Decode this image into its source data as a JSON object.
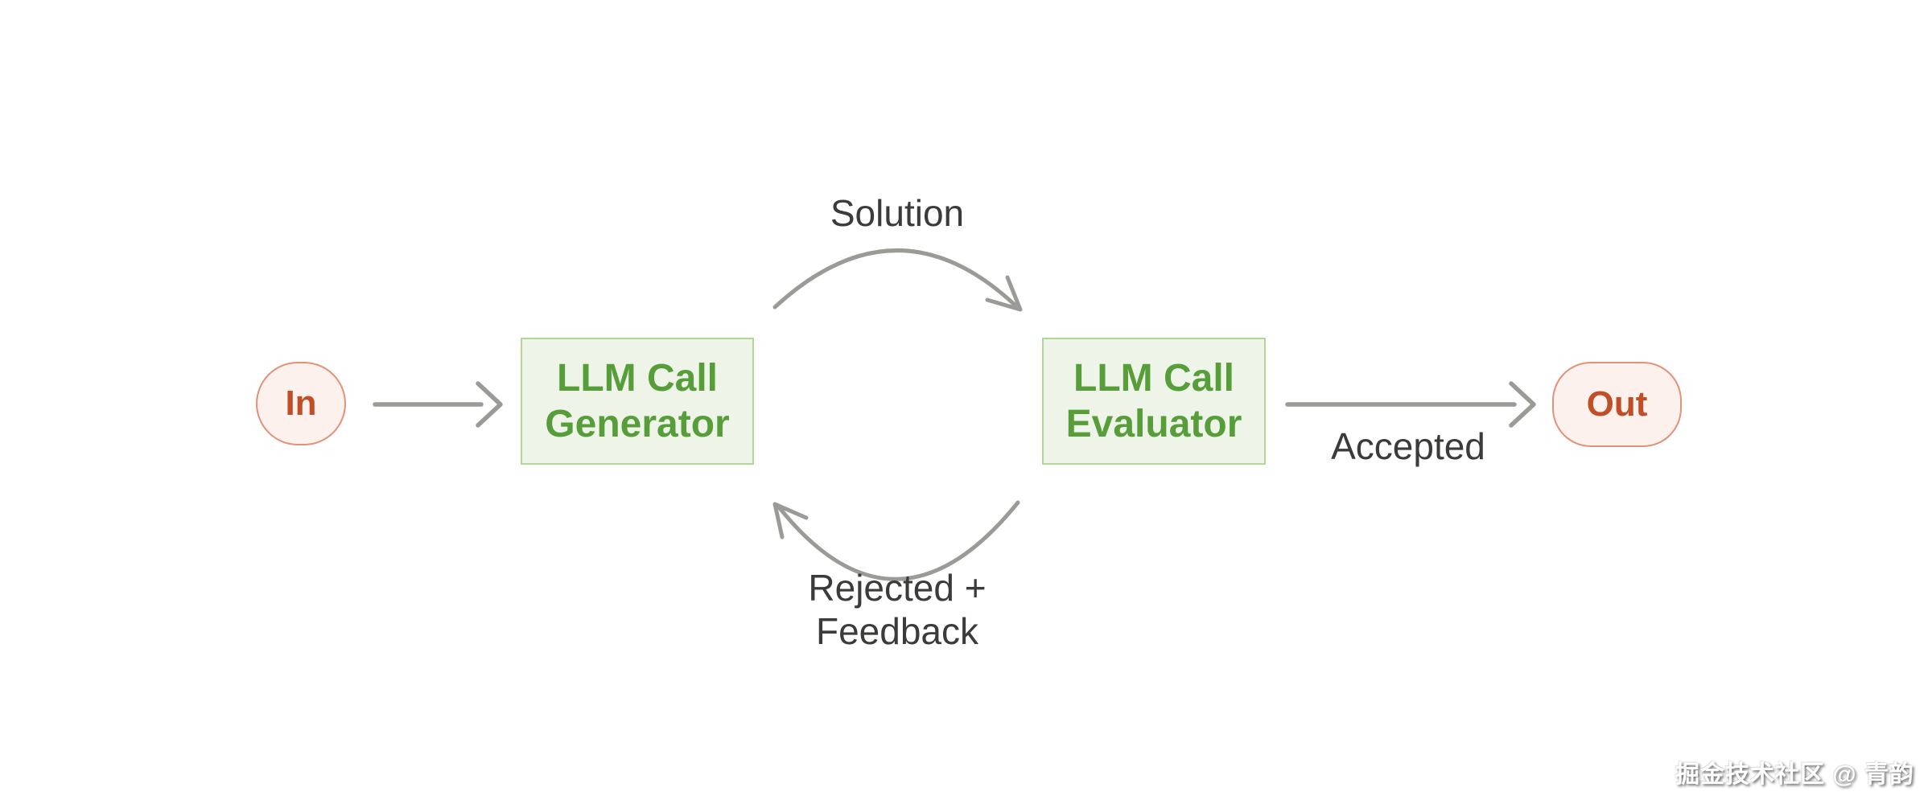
{
  "diagram": {
    "nodes": {
      "input": {
        "label": "In"
      },
      "generator": {
        "line1": "LLM Call",
        "line2": "Generator"
      },
      "evaluator": {
        "line1": "LLM Call",
        "line2": "Evaluator"
      },
      "output": {
        "label": "Out"
      }
    },
    "edge_labels": {
      "solution": "Solution",
      "accepted": "Accepted",
      "rejected_line1": "Rejected +",
      "rejected_line2": "Feedback"
    },
    "colors": {
      "node_green_fill": "#eef5e8",
      "node_green_border": "#b2d797",
      "node_green_text": "#579e3a",
      "node_pink_fill": "#fdf1ed",
      "node_pink_border": "#e2917a",
      "node_pink_text": "#c04f28",
      "arrow_gray": "#9a9a97",
      "label_text": "#3b3b3a"
    },
    "watermark": "掘金技术社区 @ 青韵"
  }
}
